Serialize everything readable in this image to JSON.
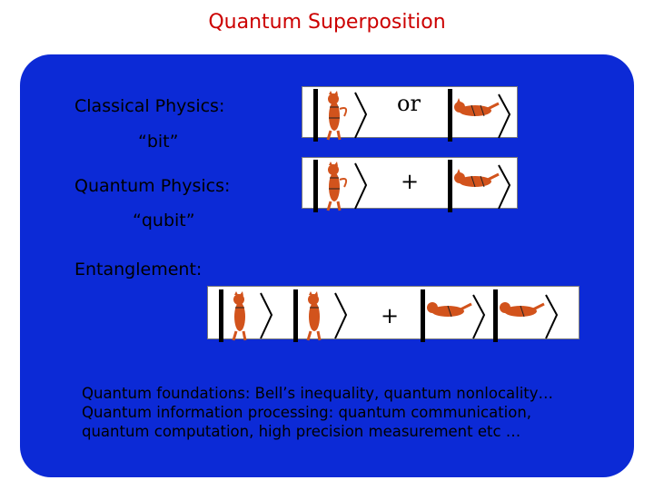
{
  "title": "Quantum Superposition",
  "classical": {
    "label": "Classical Physics:",
    "sublabel": "“bit”",
    "operator": "or"
  },
  "quantum": {
    "label": "Quantum Physics:",
    "sublabel": "“qubit”",
    "operator": "+"
  },
  "entanglement": {
    "label": "Entanglement:",
    "operator": "+"
  },
  "footer": {
    "lines": [
      "Quantum foundations: Bell’s inequality, quantum nonlocality…",
      "Quantum information processing: quantum communication,",
      "quantum computation, high precision measurement etc …"
    ]
  },
  "colors": {
    "title": "#cc0000",
    "panel": "#0c2ad6",
    "cat": "#d2531c"
  },
  "icons": {
    "cat_alive": "standing-cat-icon",
    "cat_dead": "lying-cat-icon",
    "ket": "ket-bracket-icon"
  }
}
